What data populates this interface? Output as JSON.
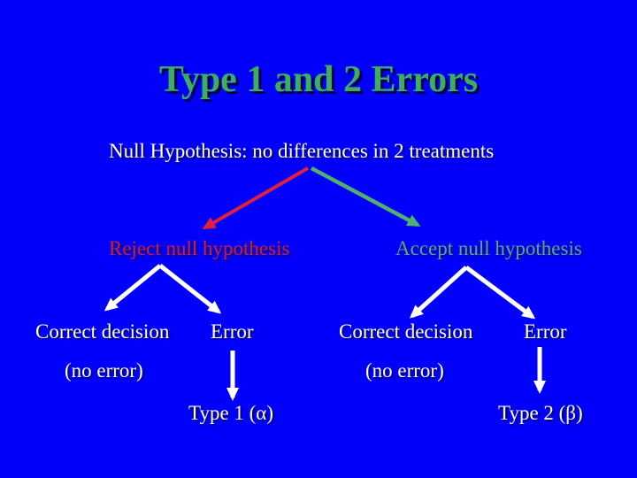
{
  "slide": {
    "title": "Type 1 and 2 Errors"
  },
  "nodes": {
    "null_hypothesis": "Null Hypothesis: no differences in 2 treatments",
    "reject": "Reject null hypothesis",
    "accept": "Accept null hypothesis",
    "reject_correct": "Correct decision",
    "reject_correct_note": "(no error)",
    "reject_error": "Error",
    "type1": "Type 1 (α)",
    "accept_correct": "Correct decision",
    "accept_correct_note": "(no error)",
    "accept_error": "Error",
    "type2": "Type 2 (β)"
  },
  "edges": [
    {
      "from": "null_hypothesis",
      "to": "reject",
      "color_key": "arrow_red"
    },
    {
      "from": "null_hypothesis",
      "to": "accept",
      "color_key": "arrow_green"
    },
    {
      "from": "reject",
      "to": "reject_correct",
      "color_key": "arrow_white"
    },
    {
      "from": "reject",
      "to": "reject_error",
      "color_key": "arrow_white"
    },
    {
      "from": "accept",
      "to": "accept_correct",
      "color_key": "arrow_white"
    },
    {
      "from": "accept",
      "to": "accept_error",
      "color_key": "arrow_white"
    },
    {
      "from": "reject_error",
      "to": "type1",
      "color_key": "arrow_white"
    },
    {
      "from": "accept_error",
      "to": "type2",
      "color_key": "arrow_white"
    }
  ],
  "colors": {
    "background": "#0101FB",
    "title_green": "#3DAE5E",
    "white": "#FFFFFF",
    "reject_red": "#C42040",
    "accept_green": "#60A488",
    "arrow_red": "#E0203E",
    "arrow_green": "#4FB26A",
    "arrow_white": "#FFFFFF"
  }
}
